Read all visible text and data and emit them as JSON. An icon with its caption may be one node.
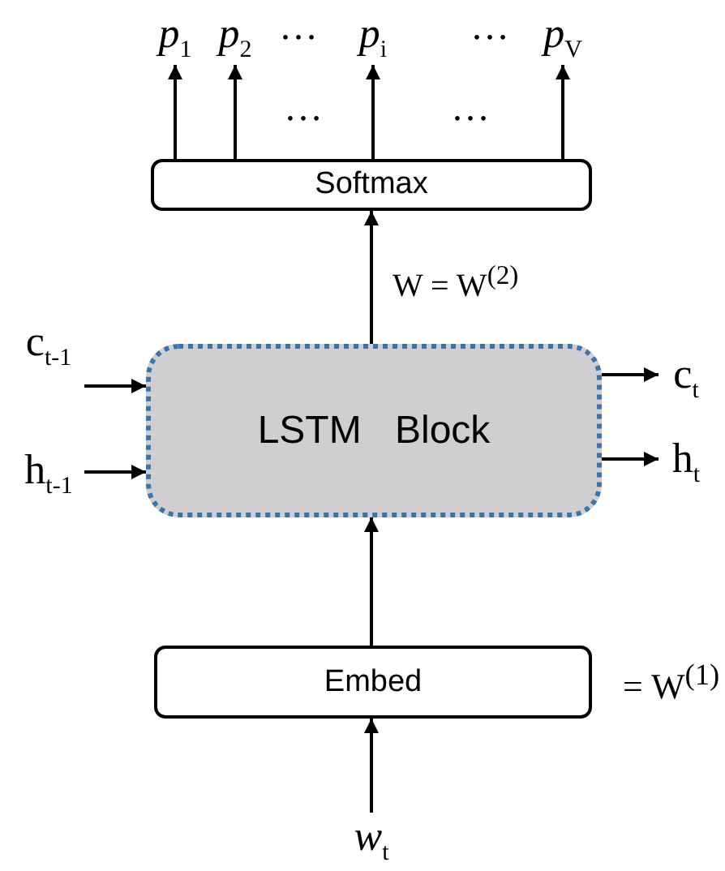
{
  "diagram": {
    "nodes": [
      {
        "text": [
          "Softmax"
        ]
      },
      {
        "text": [
          "LSTM Block"
        ]
      },
      {
        "text": [
          "Embed"
        ],
        "beside": [
          "= W$^{(1)}$"
        ]
      },
      {
        "text": [
          "*p*$_{1}$"
        ]
      },
      {
        "text": [
          "*p*$_{2}$"
        ]
      },
      {
        "text": [
          "*p*$_{i}$"
        ]
      },
      {
        "text": [
          "*p*$_{V}$"
        ]
      },
      {
        "text": [
          "*w*$_{t}$"
        ]
      },
      {
        "text": [
          "c$_{t-1}$"
        ]
      },
      {
        "text": [
          "h$_{t-1}$"
        ]
      },
      {
        "text": [
          "c$_{t}$"
        ]
      },
      {
        "text": [
          "h$_{t}$"
        ]
      }
    ],
    "edges": [
      {
        "from": 0,
        "to": 3,
        "arrow": "to"
      },
      {
        "from": 0,
        "to": 4,
        "arrow": "to"
      },
      {
        "from": 0,
        "to": 5,
        "arrow": "to"
      },
      {
        "from": 0,
        "to": 6,
        "arrow": "to"
      },
      {
        "from": 1,
        "to": 0,
        "arrow": "to",
        "label": "W = W$^{(2)}$"
      },
      {
        "from": 2,
        "to": 1,
        "arrow": "to"
      },
      {
        "from": 7,
        "to": 2,
        "arrow": "to"
      },
      {
        "from": 8,
        "to": 1,
        "arrow": "to"
      },
      {
        "from": 9,
        "to": 1,
        "arrow": "to"
      },
      {
        "from": 1,
        "to": 10,
        "arrow": "to"
      },
      {
        "from": 1,
        "to": 11,
        "arrow": "to"
      }
    ],
    "labels": [
      "…",
      "…",
      "…",
      "…"
    ]
  }
}
